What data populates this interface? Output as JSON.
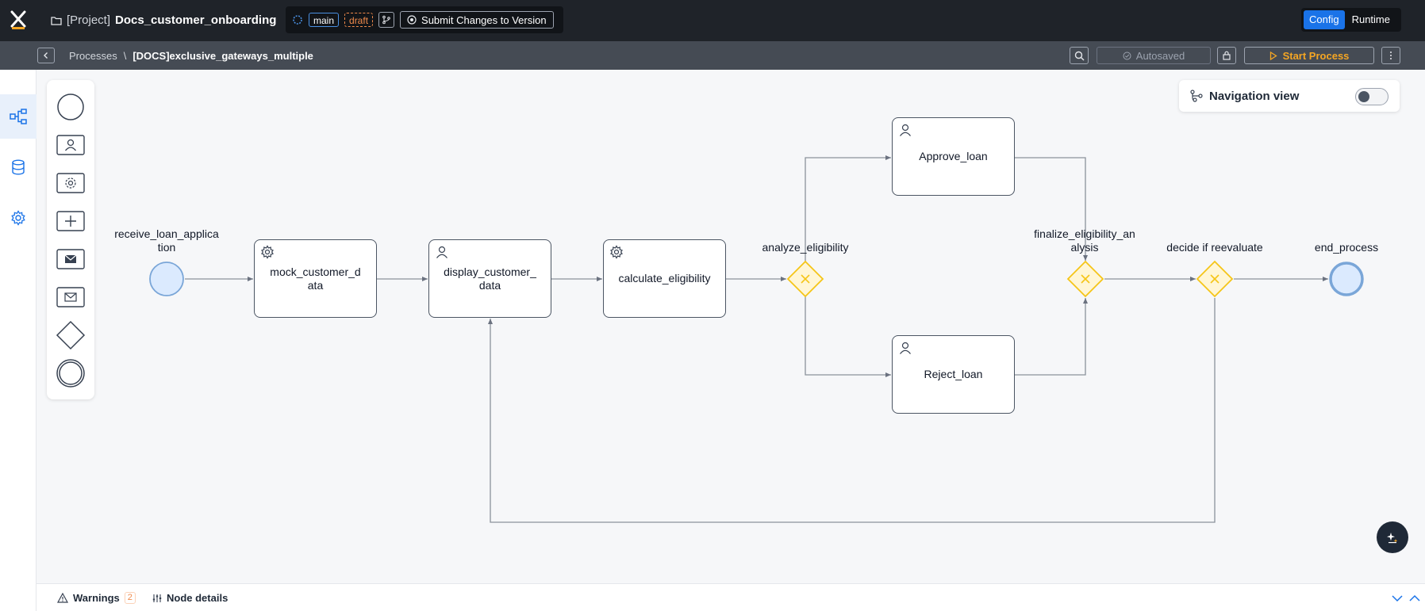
{
  "topbar": {
    "project_prefix": "[Project]",
    "project_name": "Docs_customer_onboarding",
    "branch": "main",
    "status": "draft",
    "submit_label": "Submit Changes to Version",
    "modes": [
      "Config",
      "Runtime"
    ],
    "active_mode": "Config"
  },
  "subbar": {
    "breadcrumb_root": "Processes",
    "breadcrumb_sep": "\\",
    "breadcrumb_current": "[DOCS]exclusive_gateways_multiple",
    "autosaved_label": "Autosaved",
    "start_label": "Start Process"
  },
  "navview": {
    "title": "Navigation view",
    "enabled": false
  },
  "nodes": {
    "start": "receive_loan_application",
    "mock": "mock_customer_data",
    "display": "display_customer_data",
    "calculate": "calculate_eligibility",
    "analyze": "analyze_eligibility",
    "approve": "Approve_loan",
    "reject": "Reject_loan",
    "finalize": "finalize_eligibility_analysis",
    "reevaluate": "decide if reevaluate",
    "end": "end_process"
  },
  "bottombar": {
    "warnings_label": "Warnings",
    "warnings_count": "2",
    "node_details_label": "Node details"
  },
  "colors": {
    "accent": "#1a73e8",
    "gateway": "#f5c518",
    "start_orange": "#f5a623",
    "topbar": "#1f2329",
    "subbar": "#454b54"
  },
  "icons": {
    "leftnav": [
      "process-diagram-icon",
      "database-icon",
      "settings-icon"
    ],
    "palette": [
      "start-event-icon",
      "user-task-icon",
      "service-task-icon",
      "subprocess-icon",
      "message-send-icon",
      "message-receive-icon",
      "gateway-icon",
      "end-event-icon"
    ]
  }
}
